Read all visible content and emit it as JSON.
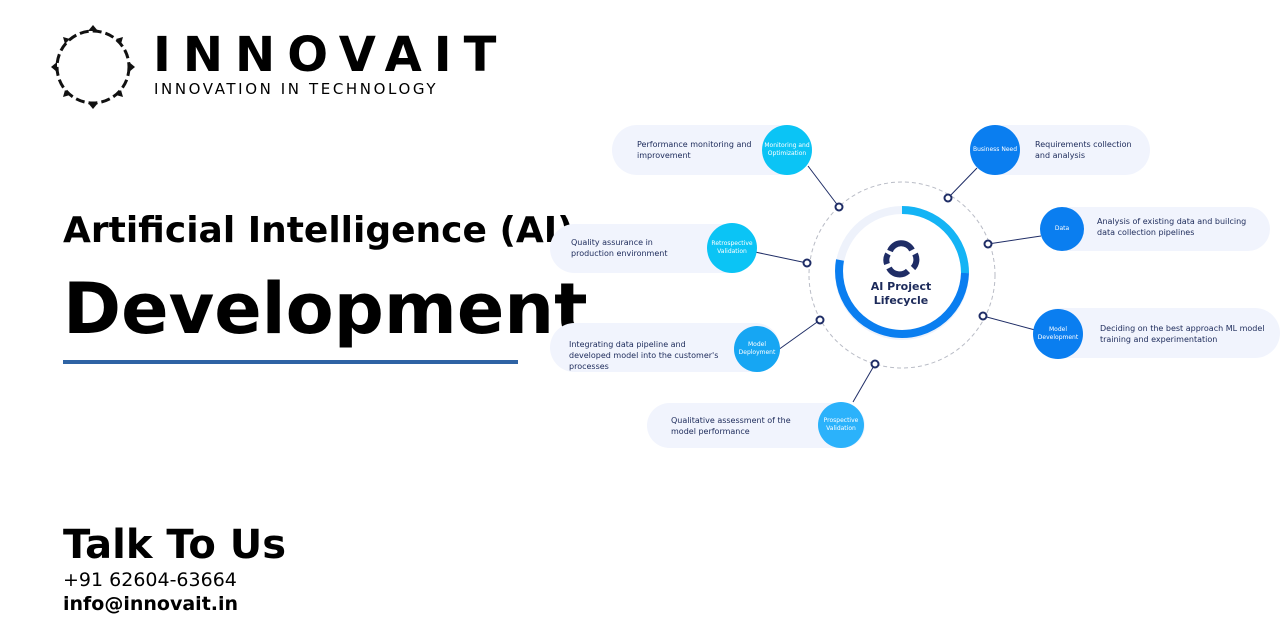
{
  "brand": {
    "name": "INNOVAIT",
    "tagline": "INNOVATION IN TECHNOLOGY"
  },
  "headline": {
    "line1": "Artificial Intelligence (AI)",
    "line2": "Development"
  },
  "contact": {
    "title": "Talk To Us",
    "phone": "+91 62604-63664",
    "email": "info@innovait.in"
  },
  "diagram": {
    "center": "AI Project Lifecycle",
    "stages": [
      {
        "label": "Monitoring and Optimization",
        "desc": "Performance monitoring and improvement",
        "color": "#0bc4f5"
      },
      {
        "label": "Business Need",
        "desc": "Requirements collection and analysis",
        "color": "#0a7ef0"
      },
      {
        "label": "Retrospective Validation",
        "desc": "Quality assurance in production environment",
        "color": "#0bc4f5"
      },
      {
        "label": "Data",
        "desc": "Analysis of existing data and builcing data collection pipelines",
        "color": "#0a7ef0"
      },
      {
        "label": "Model Deployment",
        "desc": "Integrating data pipeline and developed model into the customer's processes",
        "color": "#16a6f3"
      },
      {
        "label": "Model Development",
        "desc": "Deciding on the best approach ML model training and experimentation",
        "color": "#0a7ef0"
      },
      {
        "label": "Prospective Validation",
        "desc": "Qualitative assessment of the model performance",
        "color": "#2bb2fb"
      }
    ]
  }
}
